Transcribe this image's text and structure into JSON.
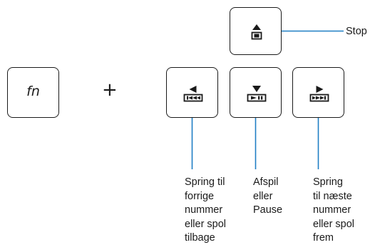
{
  "keys": {
    "fn_label": "fn",
    "plus_symbol": "+",
    "stop_icon": "eject-stop-icon",
    "prev_icon": "previous-track-icon",
    "play_icon": "play-pause-icon",
    "next_icon": "next-track-icon"
  },
  "captions": {
    "stop": [
      "Stop"
    ],
    "prev": [
      "Spring til",
      "forrige",
      "nummer",
      "eller spol",
      "tilbage"
    ],
    "play": [
      "Afspil",
      "eller",
      "Pause"
    ],
    "next": [
      "Spring",
      "til næste",
      "nummer",
      "eller spol",
      "frem"
    ]
  },
  "colors": {
    "connector": "#1f7fc4",
    "key_outline": "#1a1a1a",
    "text": "#1a1a1a"
  }
}
